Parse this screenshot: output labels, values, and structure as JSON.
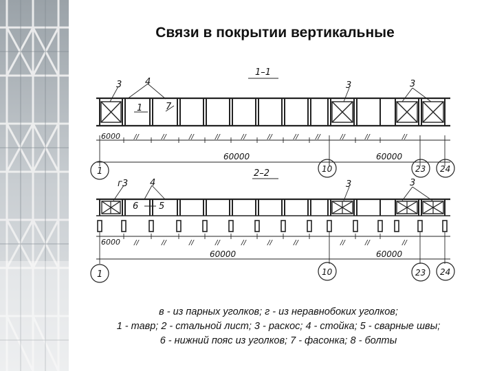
{
  "title": "Связи в покрытии вертикальные",
  "drawing": {
    "sections": [
      {
        "label": "1–1",
        "callouts": [
          "3",
          "4",
          "1",
          "7",
          "3",
          "3"
        ],
        "dims": [
          "6000",
          "//",
          "60000",
          "60000"
        ],
        "axes": [
          "1",
          "10",
          "23",
          "24"
        ]
      },
      {
        "label": "2–2",
        "callouts": [
          "г3",
          "4",
          "6",
          "5",
          "3",
          "3"
        ],
        "dims": [
          "6000",
          "//",
          "60000",
          "60000"
        ],
        "axes": [
          "1",
          "10",
          "23",
          "24"
        ]
      }
    ]
  },
  "caption": {
    "line1": "в - из парных уголков; г - из неравнобоких уголков;",
    "line2": "1 - тавр; 2 - стальной лист; 3 - раскос; 4 - стойка; 5 - сварные швы;",
    "line3": "6 - нижний пояс из уголков; 7 - фасонка; 8 - болты"
  }
}
